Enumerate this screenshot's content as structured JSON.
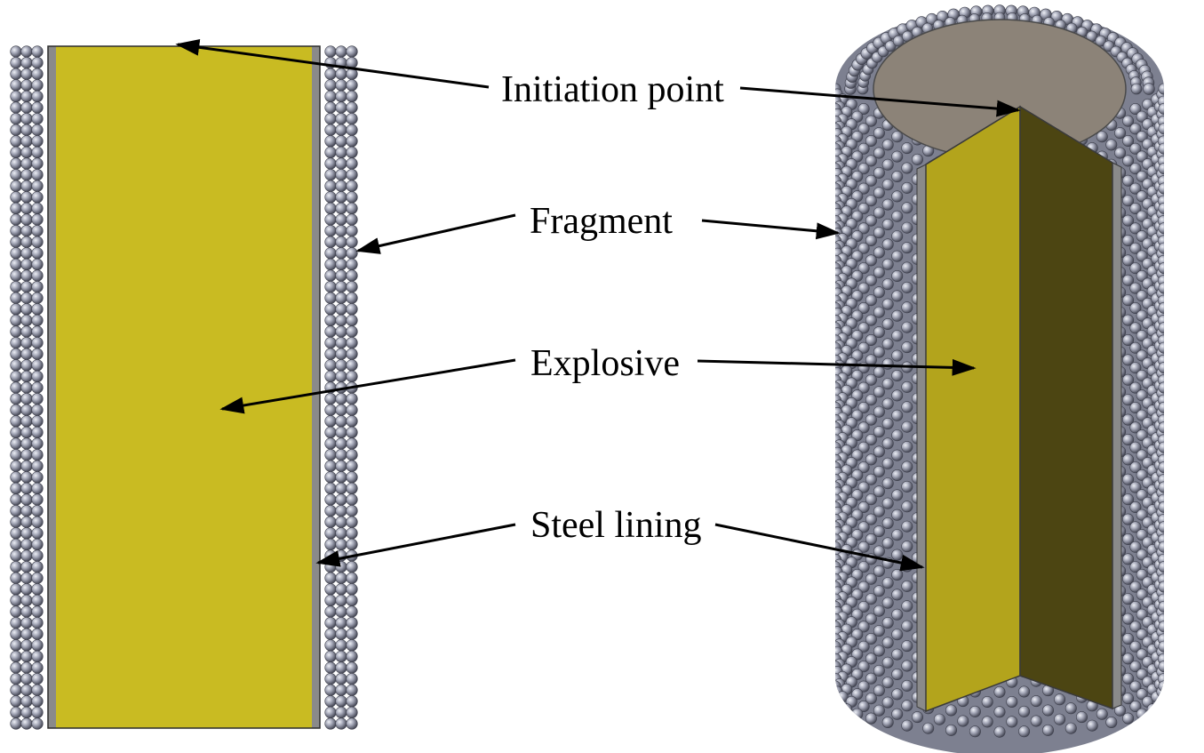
{
  "labels": {
    "initiation": "Initiation point",
    "fragment": "Fragment",
    "explosive": "Explosive",
    "steel": "Steel lining"
  },
  "colors": {
    "explosive_face": "#c9bb22",
    "explosive_top": "#ecdc20",
    "explosive_left_face": "#b3a41c",
    "explosive_right_face": "#4c4512",
    "steel": "#8a8a8a",
    "fragment_sphere": "#9a9cac"
  }
}
